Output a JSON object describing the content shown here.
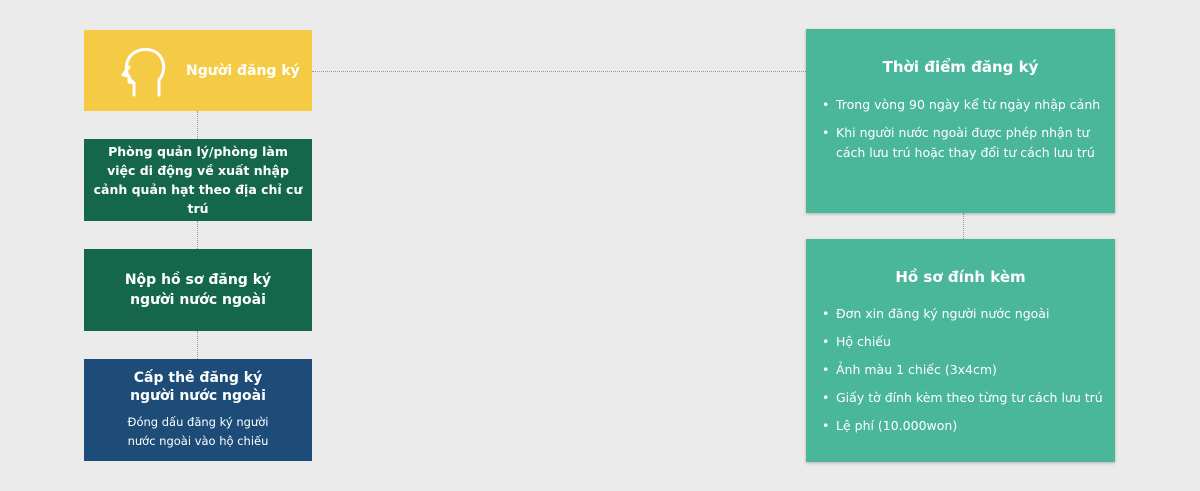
{
  "left_flow": {
    "applicant_label": "Người đăng ký",
    "office_label": "Phòng quản lý/phòng làm\nviệc di động về xuất nhập\ncảnh quản hạt theo địa chỉ cư trú",
    "submit_label": "Nộp hồ sơ đăng ký\nngười nước ngoài",
    "issue_title": "Cấp thẻ đăng ký\nngười nước ngoài",
    "issue_note": "Đóng dấu đăng ký người\nnước ngoài vào hộ chiếu"
  },
  "right_panels": {
    "time": {
      "title": "Thời điểm đăng ký",
      "items": [
        "Trong vòng 90 ngày kể từ ngày nhập cảnh",
        "Khi người nước ngoài được phép nhận tư cách lưu trú hoặc thay đổi tư cách lưu trú"
      ]
    },
    "docs": {
      "title": "Hồ sơ đính kèm",
      "items": [
        "Đơn xin đăng ký người nước ngoài",
        "Hộ chiếu",
        "Ảnh màu 1 chiếc (3x4cm)",
        "Giấy tờ đính kèm theo từng tư cách lưu trú",
        "Lệ phí (10.000won)"
      ]
    }
  },
  "icons": {
    "applicant": "person-head-icon"
  },
  "colors": {
    "background": "#ebebeb",
    "applicant_box": "#f5cb46",
    "process_box": "#14674a",
    "issue_box": "#1c4c77",
    "panel": "#4ab69a"
  }
}
